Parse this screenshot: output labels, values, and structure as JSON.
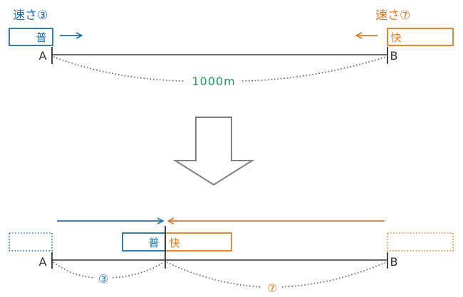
{
  "colors": {
    "blue": "#1f6fa8",
    "orange": "#e07b22",
    "green": "#1f9a5a",
    "line": "#333333",
    "dots": "#555555",
    "arrow": "#777777"
  },
  "top": {
    "speed_local": "速さ③",
    "speed_express": "速さ⑦",
    "train_local": "普",
    "train_express": "快",
    "point_a": "A",
    "point_b": "B",
    "distance": "1000m"
  },
  "bottom": {
    "train_local": "普",
    "train_express": "快",
    "point_a": "A",
    "point_b": "B",
    "ratio_local": "③",
    "ratio_express": "⑦"
  }
}
